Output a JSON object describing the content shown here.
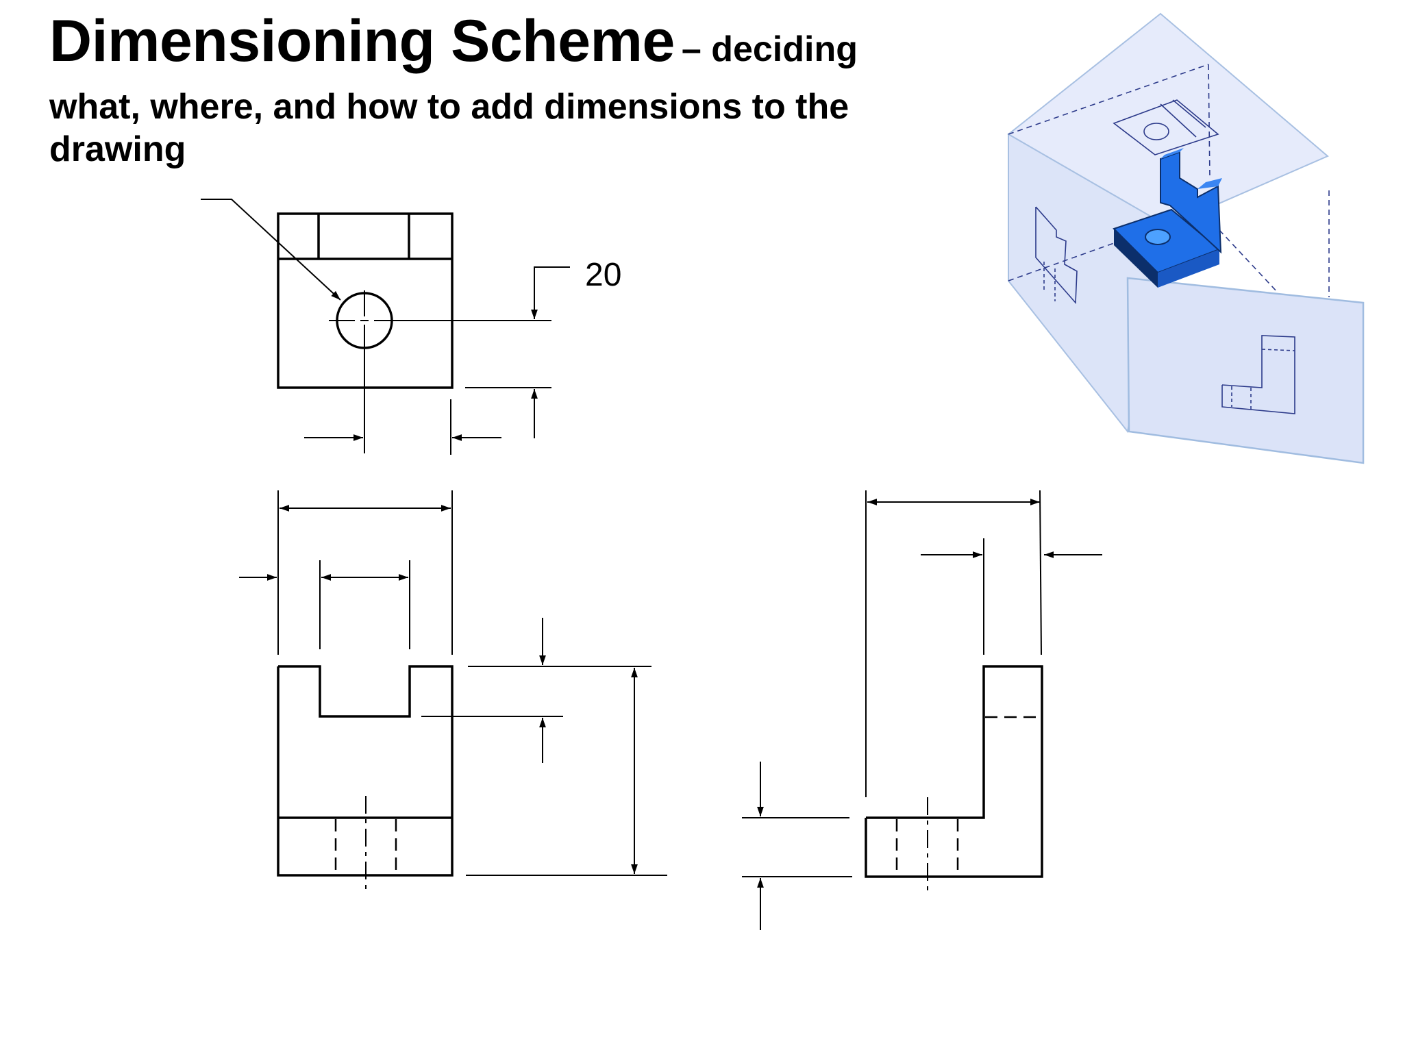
{
  "slide": {
    "title_main": "Dimensioning Scheme",
    "title_sub_inline": "– deciding",
    "title_rest": "what, where, and how to add dimensions to the drawing"
  },
  "drawing": {
    "dimension_value_label": "20"
  },
  "colors": {
    "line": "#000000",
    "panel_fill": "#dfe6fb",
    "panel_edge": "#9db9dd",
    "part_blue": "#1f6fe8",
    "part_dark": "#0c2f6b",
    "projection_dash": "#2c3a8a"
  }
}
